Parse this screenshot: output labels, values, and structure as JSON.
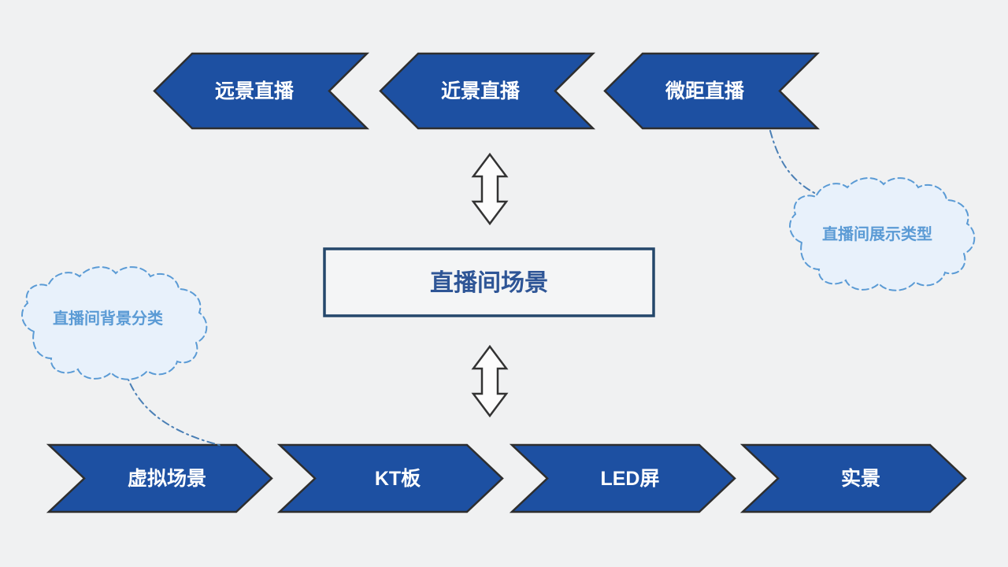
{
  "diagram": {
    "title_box": {
      "label": "直播间场景"
    },
    "top_row": {
      "items": [
        {
          "label": "远景直播"
        },
        {
          "label": "近景直播"
        },
        {
          "label": "微距直播"
        }
      ]
    },
    "bottom_row": {
      "items": [
        {
          "label": "虚拟场景"
        },
        {
          "label": "KT板"
        },
        {
          "label": "LED屏"
        },
        {
          "label": "实景"
        }
      ]
    },
    "callouts": {
      "right": {
        "label": "直播间展示类型"
      },
      "left": {
        "label": "直播间背景分类"
      }
    },
    "colors": {
      "background": "#f0f1f2",
      "chevron_fill": "#1d50a2",
      "chevron_outline": "#2e2e2e",
      "chevron_text": "#ffffff",
      "box_border": "#24476b",
      "box_fill": "#f4f5f6",
      "box_text": "#2e5596",
      "cloud_fill": "#e8f1fb",
      "cloud_stroke": "#5b9bd5",
      "cloud_text": "#5b9bd5",
      "updown_arrow_fill": "#fcfcfc",
      "updown_arrow_outline": "#333333"
    }
  }
}
